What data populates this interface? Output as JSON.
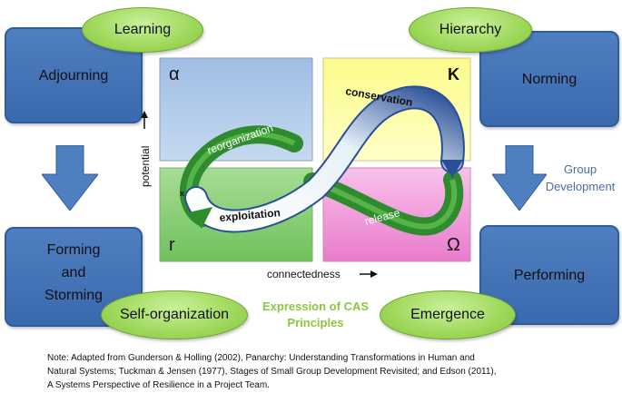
{
  "boxes": {
    "adjourning": "Adjourning",
    "norming": "Norming",
    "forming_lines": [
      "Forming",
      "and",
      "Storming"
    ],
    "performing": "Performing"
  },
  "ovals": {
    "learning": "Learning",
    "hierarchy": "Hierarchy",
    "self_organization": "Self-organization",
    "emergence": "Emergence"
  },
  "side_label": [
    "Group",
    "Development"
  ],
  "cas_label": [
    "Expression of CAS",
    "Principles"
  ],
  "panarchy": {
    "quadrant_alpha": "α",
    "quadrant_k": "K",
    "quadrant_r": "r",
    "quadrant_omega": "Ω",
    "axis_y": "potential",
    "axis_x": "connectedness",
    "loop_reorganization": "reorganization",
    "loop_conservation": "conservation",
    "loop_exploitation": "exploitation",
    "loop_release": "release",
    "marker_x": "x"
  },
  "note_lines": [
    "Note: Adapted from Gunderson & Holling (2002), Panarchy: Understanding Transformations in Human and",
    "Natural Systems; Tuckman & Jensen (1977), Stages of Small Group Development Revisited; and Edson (2011),",
    "A Systems Perspective of Resilience in a Project Team."
  ],
  "colors": {
    "box_blue": "#3f6fb3",
    "oval_green": "#9ed85a",
    "alpha_quadrant": "#a9c6e8",
    "k_quadrant": "#ffff9e",
    "r_quadrant": "#8fd47a",
    "omega_quadrant": "#f2a2dc",
    "loop_green": "#2e8b2e",
    "loop_light": "#e3f0f8"
  }
}
